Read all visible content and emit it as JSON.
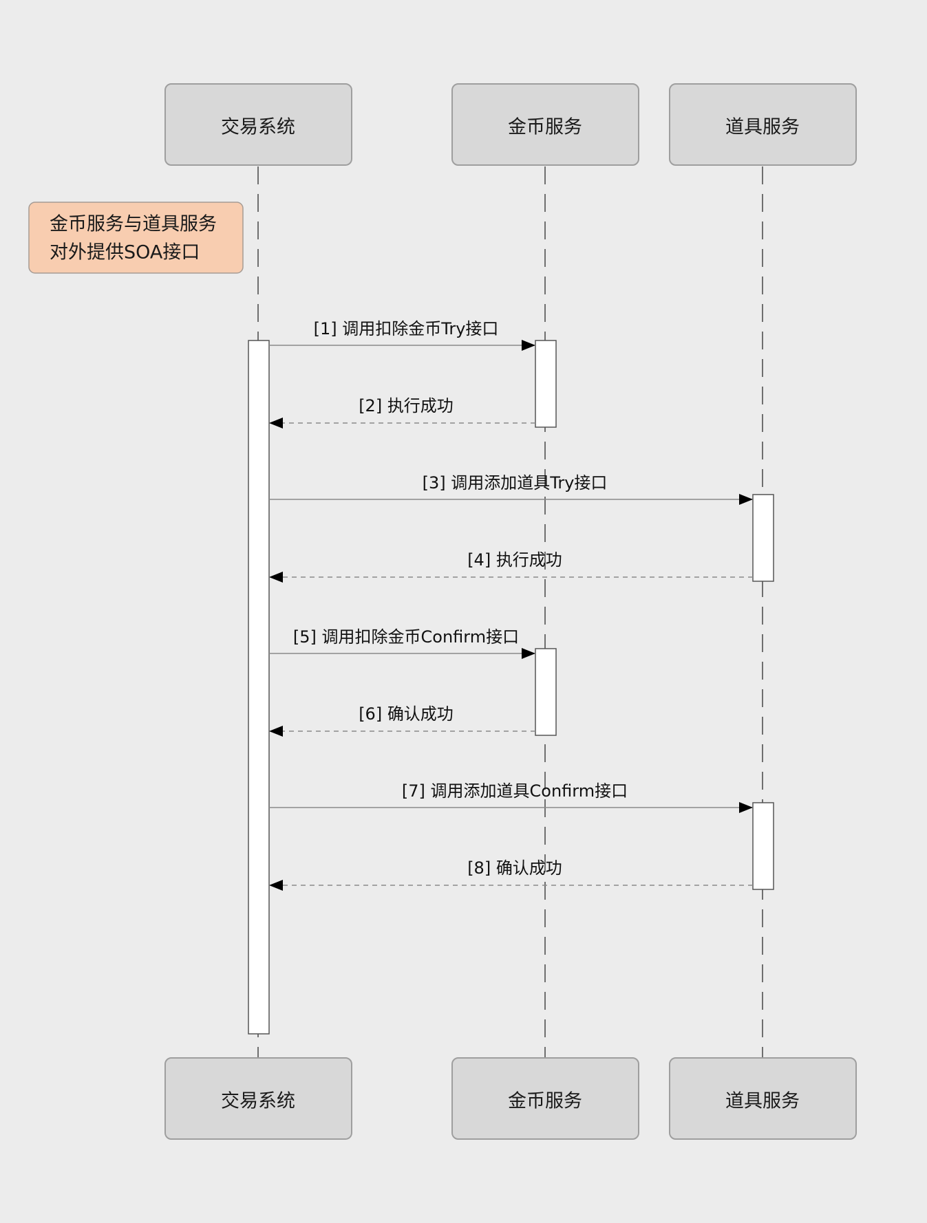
{
  "actors": [
    {
      "id": "trade",
      "label": "交易系统"
    },
    {
      "id": "coin",
      "label": "金币服务"
    },
    {
      "id": "item",
      "label": "道具服务"
    }
  ],
  "note": {
    "lines": [
      "金币服务与道具服务",
      "对外提供SOA接口"
    ],
    "color": "#f8cdb0"
  },
  "messages": [
    {
      "from": "trade",
      "to": "coin",
      "label": "[1] 调用扣除金币Try接口",
      "kind": "call"
    },
    {
      "from": "coin",
      "to": "trade",
      "label": "[2] 执行成功",
      "kind": "return"
    },
    {
      "from": "trade",
      "to": "item",
      "label": "[3] 调用添加道具Try接口",
      "kind": "call"
    },
    {
      "from": "item",
      "to": "trade",
      "label": "[4] 执行成功",
      "kind": "return"
    },
    {
      "from": "trade",
      "to": "coin",
      "label": "[5] 调用扣除金币Confirm接口",
      "kind": "call"
    },
    {
      "from": "coin",
      "to": "trade",
      "label": "[6] 确认成功",
      "kind": "return"
    },
    {
      "from": "trade",
      "to": "item",
      "label": "[7] 调用添加道具Confirm接口",
      "kind": "call"
    },
    {
      "from": "item",
      "to": "trade",
      "label": "[8] 确认成功",
      "kind": "return"
    }
  ],
  "colors": {
    "background": "#ececec",
    "actor_fill": "#d8d8d8",
    "note_fill": "#f8cdb0"
  }
}
